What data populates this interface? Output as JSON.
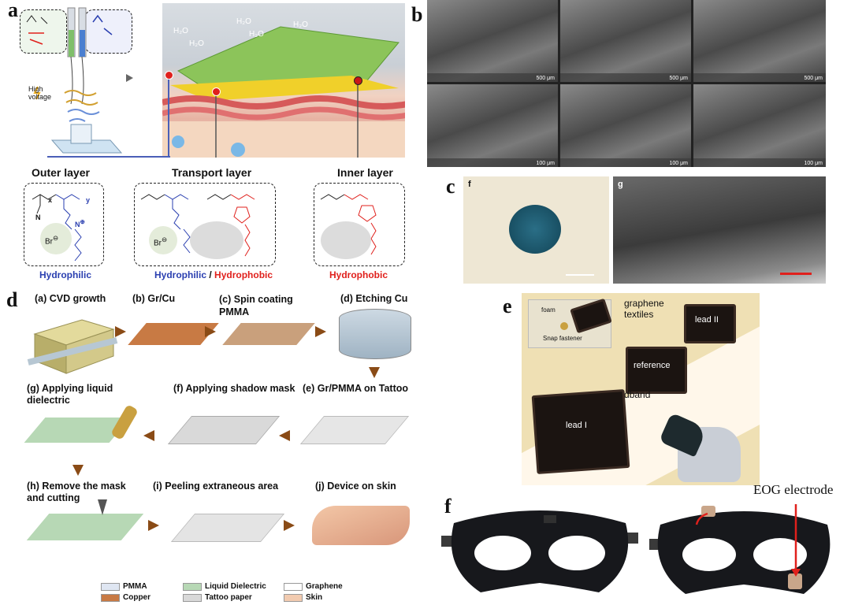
{
  "panels": {
    "a": "a",
    "b": "b",
    "c": "c",
    "d": "d",
    "e": "e",
    "f": "f"
  },
  "panel_a": {
    "high_voltage": "High\nvoltage",
    "h2o": "H₂O",
    "layers": [
      {
        "title": "Outer layer",
        "property": "Hydrophilic",
        "property_color": "#2a3fb0"
      },
      {
        "title": "Transport layer",
        "property_hydrophilic": "Hydrophilic",
        "property_sep": " / ",
        "property_hydrophobic": "Hydrophobic"
      },
      {
        "title": "Inner layer",
        "property": "Hydrophobic",
        "property_color": "#e0201c"
      }
    ],
    "chem": {
      "x": "x",
      "y": "y",
      "br": "Br",
      "n": "N",
      "minus": "⊖",
      "plus": "⊕"
    }
  },
  "panel_b": {
    "scale_top": "500 μm",
    "scale_bottom": "100 μm"
  },
  "panel_c": {
    "sub_f": "f",
    "sub_g": "g"
  },
  "panel_d": {
    "steps": [
      "(a) CVD growth",
      "(b) Gr/Cu",
      "(c) Spin coating\nPMMA",
      "(d) Etching Cu",
      "(g) Applying liquid\ndielectric",
      "(f) Applying shadow mask",
      "(e) Gr/PMMA on Tattoo",
      "(h) Remove the mask\nand cutting",
      "(i) Peeling extraneous area",
      "(j) Device on skin"
    ],
    "legend": [
      {
        "label": "PMMA",
        "color": "#dfe6f2"
      },
      {
        "label": "Copper",
        "color": "#c87a44"
      },
      {
        "label": "Liquid Dielectric",
        "color": "#b7d8b5"
      },
      {
        "label": "Tattoo paper",
        "color": "#d9d9d9"
      },
      {
        "label": "Graphene",
        "color": "#ffffff"
      },
      {
        "label": "Skin",
        "color": "#f2cbb0"
      }
    ]
  },
  "panel_e": {
    "graphene_textiles": "graphene\ntextiles",
    "lead_ii": "lead II",
    "reference": "reference",
    "headband": "headband",
    "lead_i": "lead I",
    "foam": "foam",
    "snap_fastener": "Snap fastener"
  },
  "panel_f": {
    "eog_electrode": "EOG electrode"
  }
}
